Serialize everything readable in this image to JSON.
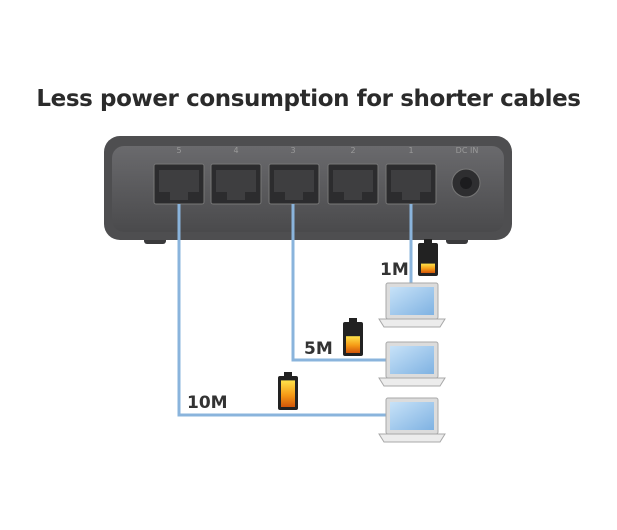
{
  "title": "Less power consumption for shorter cables",
  "switch": {
    "port_labels": [
      "5",
      "4",
      "3",
      "2",
      "1"
    ],
    "dc_label": "DC IN"
  },
  "connections": [
    {
      "label": "1M",
      "battery_level": 0.35
    },
    {
      "label": "5M",
      "battery_level": 0.6
    },
    {
      "label": "10M",
      "battery_level": 0.95
    }
  ],
  "colors": {
    "switch_body": "#505052",
    "switch_face": "#5c5c5f",
    "cable": "#8ab4dc",
    "battery_fill": "#f39a1c",
    "laptop_screen": "#9cc6ec",
    "text": "#333333"
  }
}
